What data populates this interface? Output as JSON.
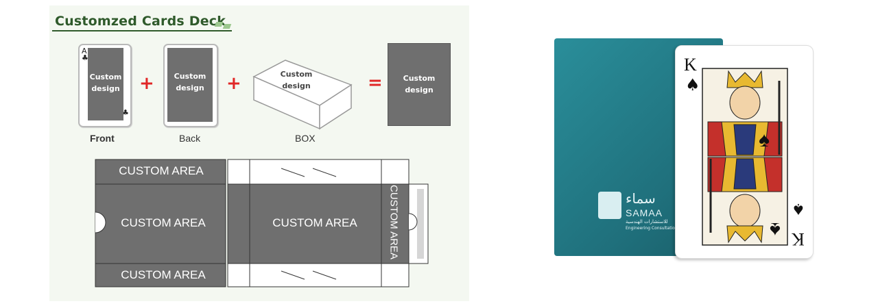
{
  "title": "Customzed Cards Deck",
  "cards": {
    "front_text": "Custom design",
    "back_text": "Custom design",
    "box_text": "Custom design",
    "result_text": "Custom design",
    "front_label": "Front",
    "back_label": "Back",
    "box_label": "BOX",
    "plus": "+",
    "equals": "=",
    "corner_rank": "A",
    "corner_suit": "♣"
  },
  "template": {
    "top_area": "CUSTOM AREA",
    "middle_left_area": "CUSTOM AREA",
    "middle_center_area": "CUSTOM AREA",
    "side_area": "CUSTOM AREA",
    "bottom_area": "CUSTOM AREA"
  },
  "product": {
    "brand_arabic": "سماء",
    "brand_latin": "SAMAA",
    "brand_sub_arabic": "للاستشارات الهندسية",
    "brand_sub_english": "Engineering Consultation",
    "card_rank": "K",
    "card_suit": "♠"
  }
}
